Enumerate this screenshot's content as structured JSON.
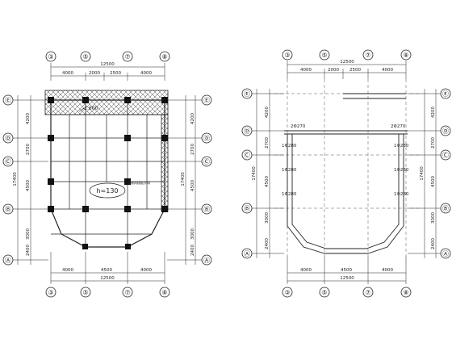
{
  "left_plan": {
    "axis_columns": [
      "③",
      "⑤",
      "⑦",
      "⑧"
    ],
    "axis_rows": [
      "Ⓔ",
      "Ⓓ",
      "Ⓒ",
      "Ⓑ",
      "Ⓐ"
    ],
    "top_total": "12500",
    "top_spans": [
      "4000",
      "2000",
      "2500",
      "4000"
    ],
    "bottom_spans": [
      "4000",
      "4500",
      "4000"
    ],
    "bottom_total": "12500",
    "left_total": "17400",
    "side_spans": [
      "4200",
      "2700",
      "4500",
      "3000",
      "2400"
    ],
    "level_label": "-1.600",
    "slab_label": "h=130",
    "note_label": "楼梯间楼板开洞"
  },
  "right_plan": {
    "axis_columns": [
      "③",
      "⑤",
      "⑦",
      "⑧"
    ],
    "axis_rows": [
      "Ⓔ",
      "Ⓓ",
      "Ⓒ",
      "Ⓑ",
      "Ⓐ"
    ],
    "top_total": "12500",
    "top_spans": [
      "4000",
      "2000",
      "2500",
      "4000"
    ],
    "bottom_spans": [
      "4000",
      "4500",
      "4000"
    ],
    "bottom_total": "12500",
    "left_total": "17400",
    "side_spans": [
      "4200",
      "2700",
      "4500",
      "3000",
      "2400"
    ],
    "beam_labels": [
      "2Φ270",
      "2Φ270",
      "1Φ280",
      "1Φ280",
      "1Φ280",
      "1Φ280",
      "1Φ280",
      "1Φ280"
    ]
  }
}
